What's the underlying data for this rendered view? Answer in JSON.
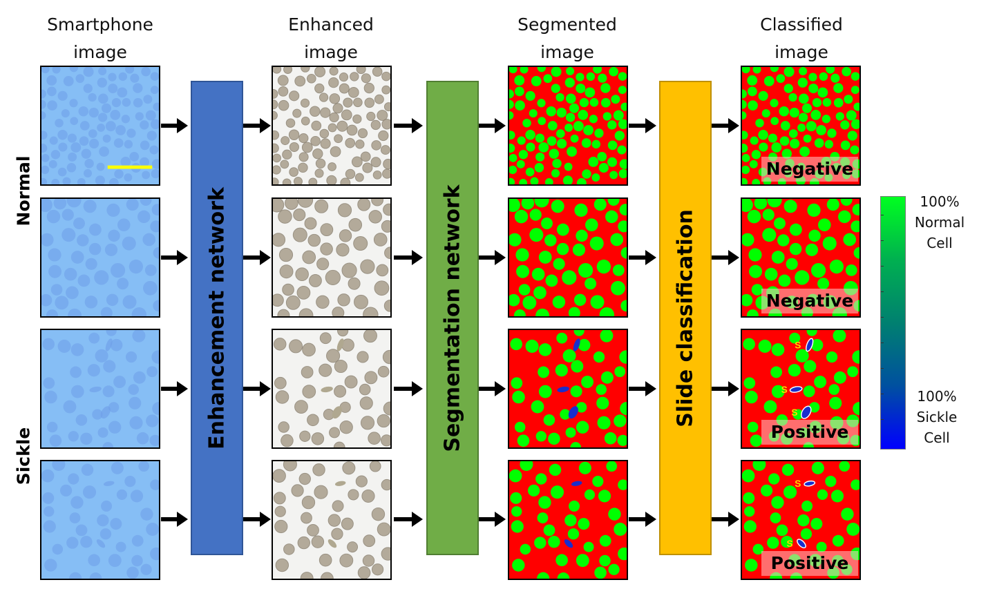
{
  "columns": [
    {
      "line1": "Smartphone",
      "line2": "image"
    },
    {
      "line1": "Enhanced",
      "line2": "image"
    },
    {
      "line1": "Segmented",
      "line2": "image"
    },
    {
      "line1": "Classified",
      "line2": "image"
    }
  ],
  "row_groups": {
    "normal": "Normal",
    "sickle": "Sickle"
  },
  "blocks": {
    "enhancement": {
      "label": "Enhancement network",
      "color": "#4472C4",
      "border": "#2F5597"
    },
    "segmentation": {
      "label": "Segmentation network",
      "color": "#70AD47",
      "border": "#507E32"
    },
    "classification": {
      "label": "Slide classification",
      "color": "#FFC000",
      "border": "#BF9000"
    }
  },
  "results": [
    "Negative",
    "Negative",
    "Positive",
    "Positive"
  ],
  "sickle_marker": "S",
  "colorbar": {
    "top_label": [
      "100%",
      "Normal",
      "Cell"
    ],
    "bottom_label": [
      "100%",
      "Sickle",
      "Cell"
    ],
    "top_color": "#00FF20",
    "bottom_color": "#0000FF"
  },
  "colors": {
    "smartphone_bg": "#86BEF5",
    "smartphone_cell": "#6E9CE8",
    "enhanced_bg": "#F3F3F1",
    "enhanced_cell": "#A89E8C",
    "segment_bg": "#FF0000",
    "segment_normal": "#00FF00",
    "segment_sickle": "#1A2ECC",
    "scale_bar": "#FFFF00",
    "marker": "#FFD700"
  }
}
